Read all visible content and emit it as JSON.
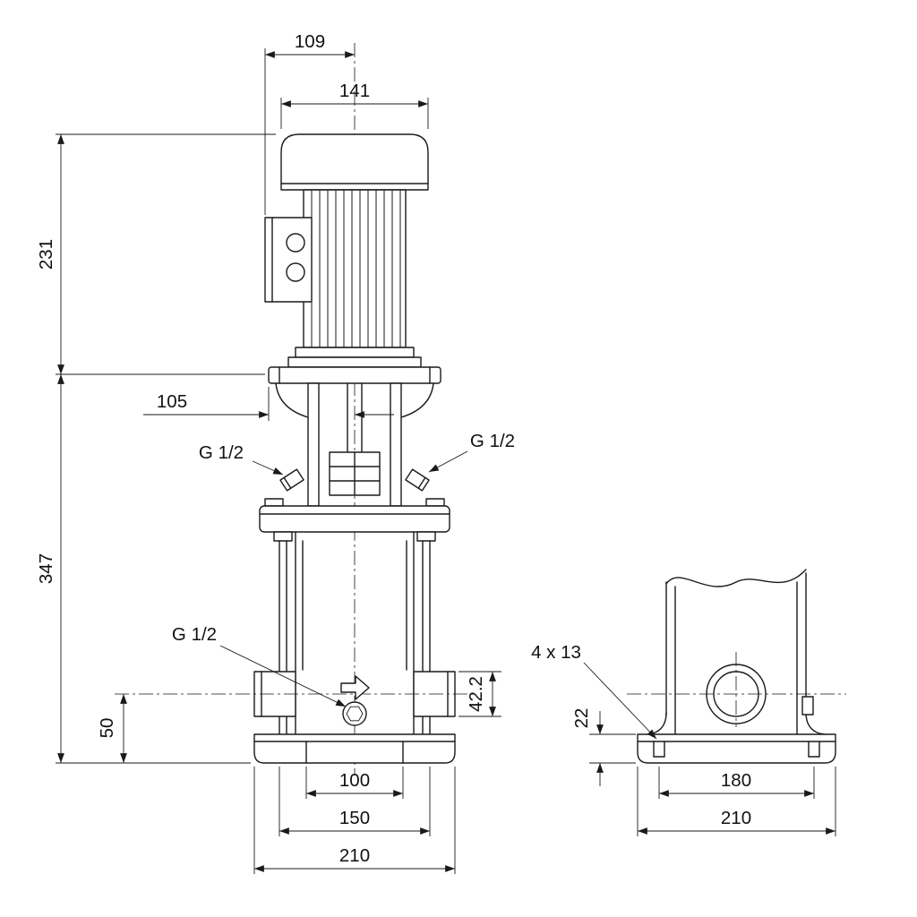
{
  "drawing": {
    "colors": {
      "line": "#1a1a1a",
      "background": "#ffffff"
    },
    "front": {
      "d109": "109",
      "d141": "141",
      "d231": "231",
      "d105": "105",
      "d347": "347",
      "g12_left": "G 1/2",
      "g12_right": "G 1/2",
      "g12_drain": "G 1/2",
      "d50": "50",
      "d42_2": "42.2",
      "d100": "100",
      "d150": "150",
      "d210": "210"
    },
    "side": {
      "holes": "4 x 13",
      "d22": "22",
      "d180": "180",
      "d210": "210"
    }
  }
}
